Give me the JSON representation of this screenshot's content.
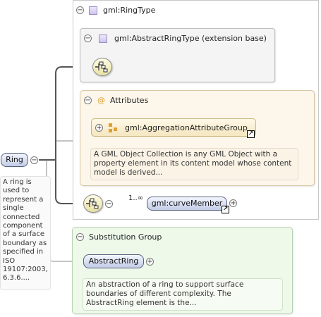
{
  "ring_type": {
    "name": "gml:RingType"
  },
  "extension": {
    "name": "gml:AbstractRingType (extension base)"
  },
  "attributes": {
    "title": "Attributes",
    "at_symbol": "@",
    "group_name": "gml:AggregationAttributeGroup",
    "description": "A GML Object Collection is any GML Object with a property element in its content model whose content model is derived..."
  },
  "ring_element": {
    "name": "Ring",
    "description": "A ring is used to represent a single connected component of a surface boundary as specified in ISO 19107:2003, 6.3.6...."
  },
  "curve_member": {
    "name": "gml:curveMember",
    "multiplicity": "1..∞"
  },
  "substitution": {
    "title": "Substitution Group",
    "element_name": "AbstractRing",
    "description": "An abstraction of a ring to support surface boundaries of different complexity. The AbstractRing element is the..."
  },
  "symbols": {
    "collapse": "−",
    "expand": "+",
    "ref_arrow": "↗"
  },
  "colors": {
    "element_fill": "#c2cce6",
    "attributes_fill": "#fdf6ea",
    "substitution_fill": "#eef9ea",
    "connector": "#555555"
  }
}
